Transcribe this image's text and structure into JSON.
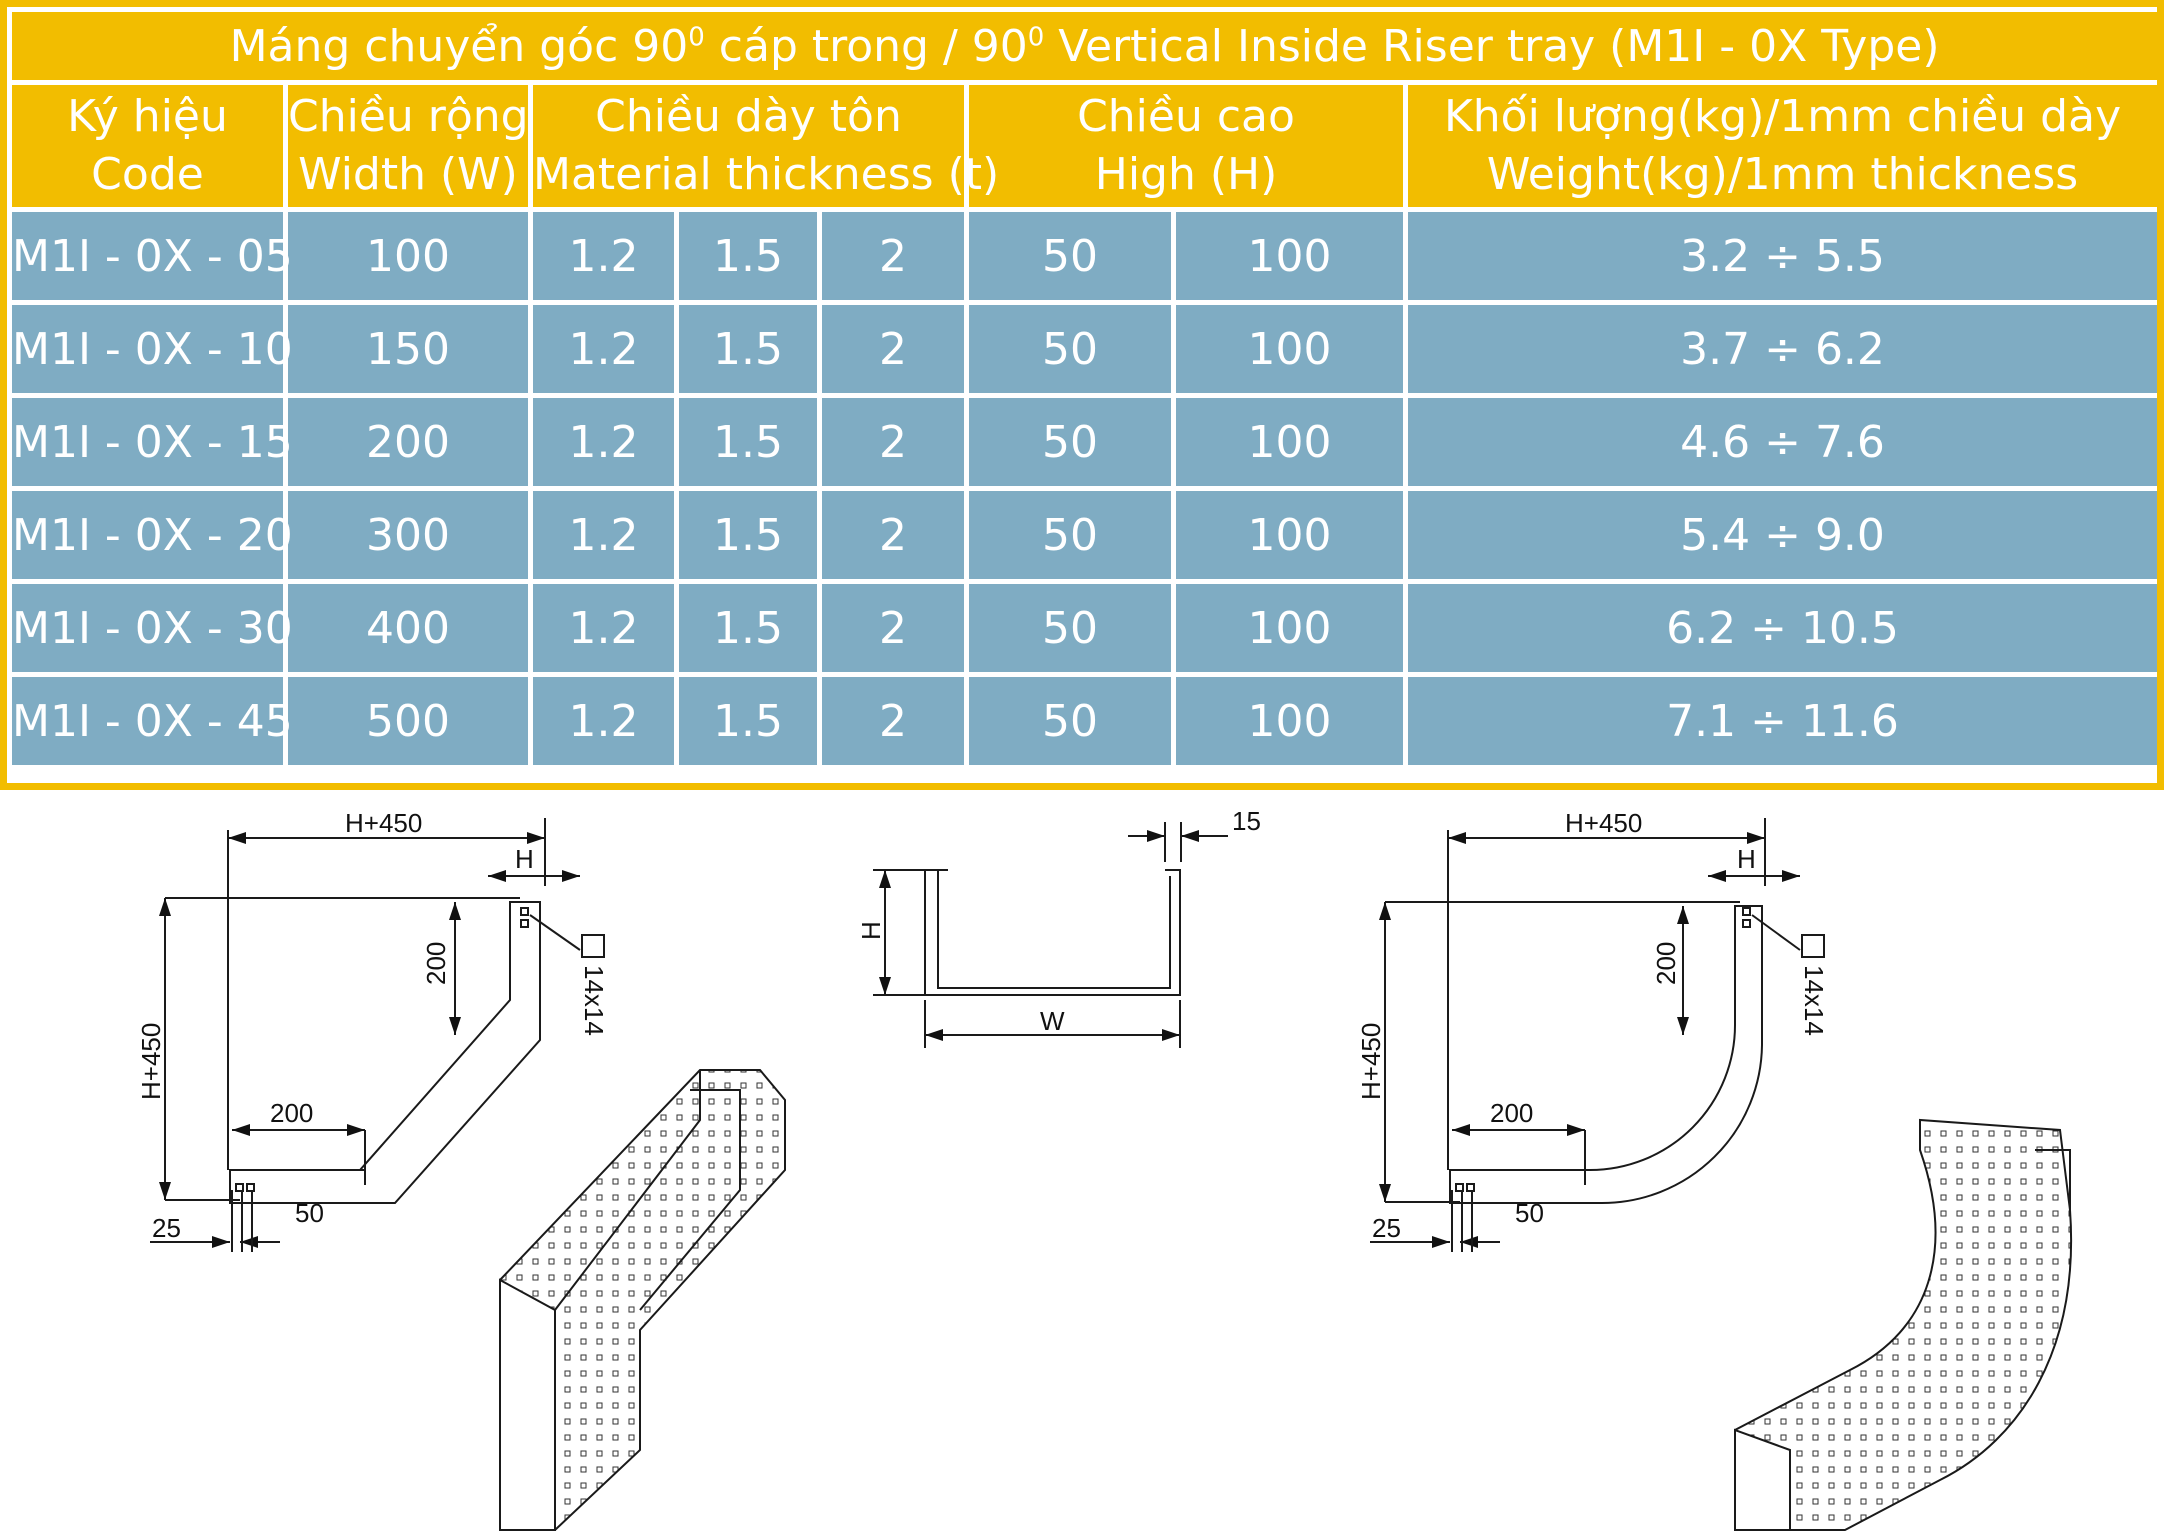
{
  "title": {
    "prefix": "Máng chuyển góc  90",
    "sup1": "0",
    "middle": " cáp trong / 90",
    "sup2": "0",
    "suffix": " Vertical Inside Riser tray (M1I - 0X Type)"
  },
  "headers": {
    "code": [
      "Ký hiệu",
      "Code"
    ],
    "width": [
      "Chiều rộng",
      "Width (W)"
    ],
    "thickness": [
      "Chiều dày tôn",
      "Material thickness (t)"
    ],
    "height": [
      "Chiều cao",
      "High (H)"
    ],
    "weight": [
      "Khối lượng(kg)/1mm chiều dày",
      "Weight(kg)/1mm thickness"
    ]
  },
  "rows": [
    {
      "code": "M1I - 0X - 05",
      "width": "100",
      "t1": "1.2",
      "t2": "1.5",
      "t3": "2",
      "h1": "50",
      "h2": "100",
      "weight": "3.2 ÷ 5.5"
    },
    {
      "code": "M1I - 0X - 10",
      "width": "150",
      "t1": "1.2",
      "t2": "1.5",
      "t3": "2",
      "h1": "50",
      "h2": "100",
      "weight": "3.7 ÷ 6.2"
    },
    {
      "code": "M1I - 0X - 15",
      "width": "200",
      "t1": "1.2",
      "t2": "1.5",
      "t3": "2",
      "h1": "50",
      "h2": "100",
      "weight": "4.6 ÷ 7.6"
    },
    {
      "code": "M1I - 0X - 20",
      "width": "300",
      "t1": "1.2",
      "t2": "1.5",
      "t3": "2",
      "h1": "50",
      "h2": "100",
      "weight": "5.4 ÷ 9.0"
    },
    {
      "code": "M1I - 0X - 30",
      "width": "400",
      "t1": "1.2",
      "t2": "1.5",
      "t3": "2",
      "h1": "50",
      "h2": "100",
      "weight": "6.2 ÷ 10.5"
    },
    {
      "code": "M1I - 0X - 45",
      "width": "500",
      "t1": "1.2",
      "t2": "1.5",
      "t3": "2",
      "h1": "50",
      "h2": "100",
      "weight": "7.1 ÷ 11.6"
    }
  ],
  "drawing_labels": {
    "h450": "H+450",
    "h": "H",
    "d200": "200",
    "d25": "25",
    "d50": "50",
    "hole": "14x14",
    "lip": "15",
    "w": "W"
  },
  "colors": {
    "header": "#f2bd00",
    "rows": "#7facc3",
    "lines": "#1a1a1a"
  }
}
